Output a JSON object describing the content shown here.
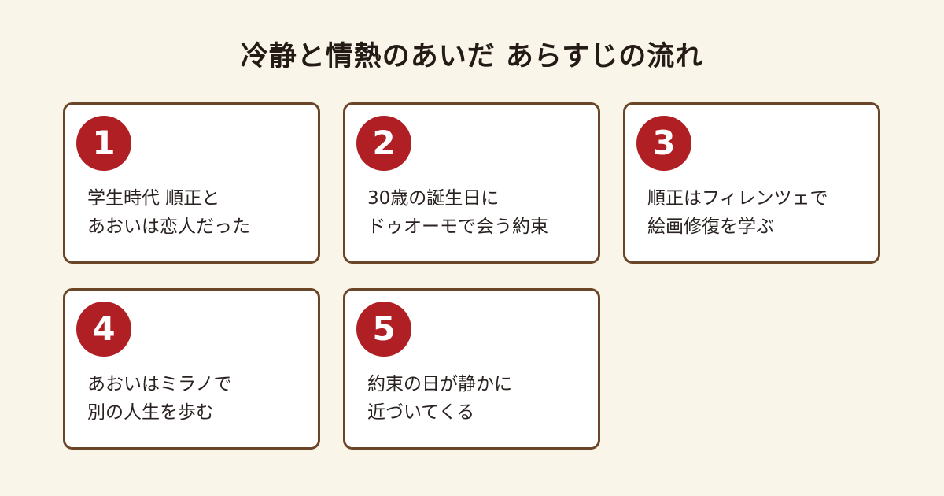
{
  "title": "冷静と情熱のあいだ あらすじの流れ",
  "steps": [
    {
      "number": "1",
      "lines": [
        "学生時代 順正と",
        "あおいは恋人だった"
      ]
    },
    {
      "number": "2",
      "lines": [
        "30歳の誕生日に",
        "ドゥオーモで会う約束"
      ]
    },
    {
      "number": "3",
      "lines": [
        "順正はフィレンツェで",
        "絵画修復を学ぶ"
      ]
    },
    {
      "number": "4",
      "lines": [
        "あおいはミラノで",
        "別の人生を歩む"
      ]
    },
    {
      "number": "5",
      "lines": [
        "約束の日が静かに",
        "近づいてくる"
      ]
    }
  ],
  "colors": {
    "background": "#faf5e9",
    "card_border": "#6b4528",
    "badge": "#b01f24",
    "text": "#2a2220"
  }
}
